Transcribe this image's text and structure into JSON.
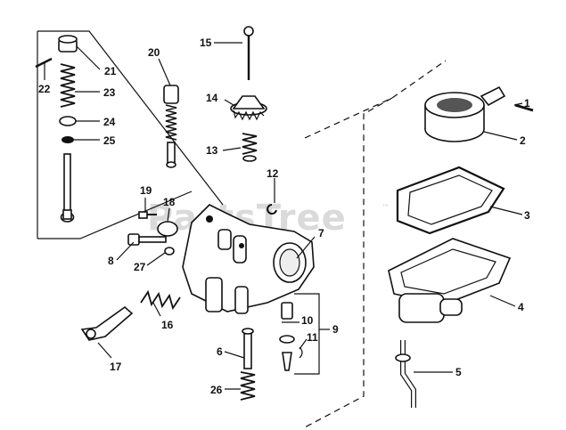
{
  "watermark": "PartsTree",
  "watermark_tm": "™",
  "callouts": [
    "1",
    "2",
    "3",
    "4",
    "5",
    "6",
    "7",
    "8",
    "9",
    "10",
    "11",
    "12",
    "13",
    "14",
    "15",
    "16",
    "17",
    "18",
    "19",
    "20",
    "21",
    "22",
    "23",
    "24",
    "25",
    "26",
    "27"
  ]
}
